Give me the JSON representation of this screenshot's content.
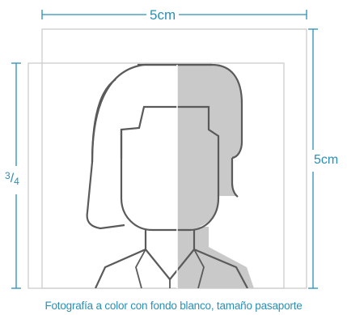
{
  "labels": {
    "width": "5cm",
    "height": "5cm",
    "ratio_numerator": "3",
    "ratio_separator": "/",
    "ratio_denominator": "4"
  },
  "caption": "Fotografía a color con fondo blanco, tamaño pasaporte",
  "colors": {
    "accent": "#2a8fb5",
    "outline": "#5a5a5a",
    "shade": "#c9c9c9",
    "frame": "#c8c8c8"
  }
}
